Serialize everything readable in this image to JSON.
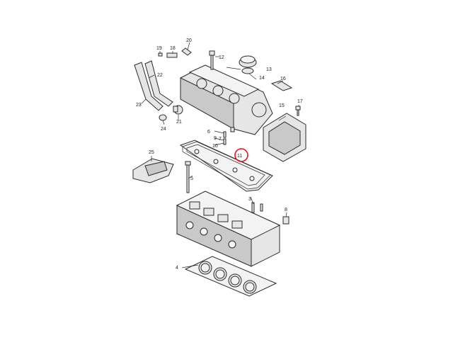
{
  "callouts": {
    "c4": "4",
    "c5": "5",
    "c6": "6",
    "c7": "7",
    "c8": "8",
    "c9": "9",
    "c10": "10",
    "c11": "11",
    "c12": "12",
    "c13": "13",
    "c14": "14",
    "c15": "15",
    "c16": "16",
    "c17": "17",
    "c18": "18",
    "c19": "19",
    "c20": "20",
    "c21": "21",
    "c22": "22",
    "c23": "23",
    "c24": "24",
    "c25": "25",
    "c3": "3"
  },
  "highlight": {
    "part": "11",
    "color": "#e0161b"
  },
  "colors": {
    "line": "#2b2b2b",
    "fill": "#e6e6e6",
    "accent": "#e0161b"
  }
}
